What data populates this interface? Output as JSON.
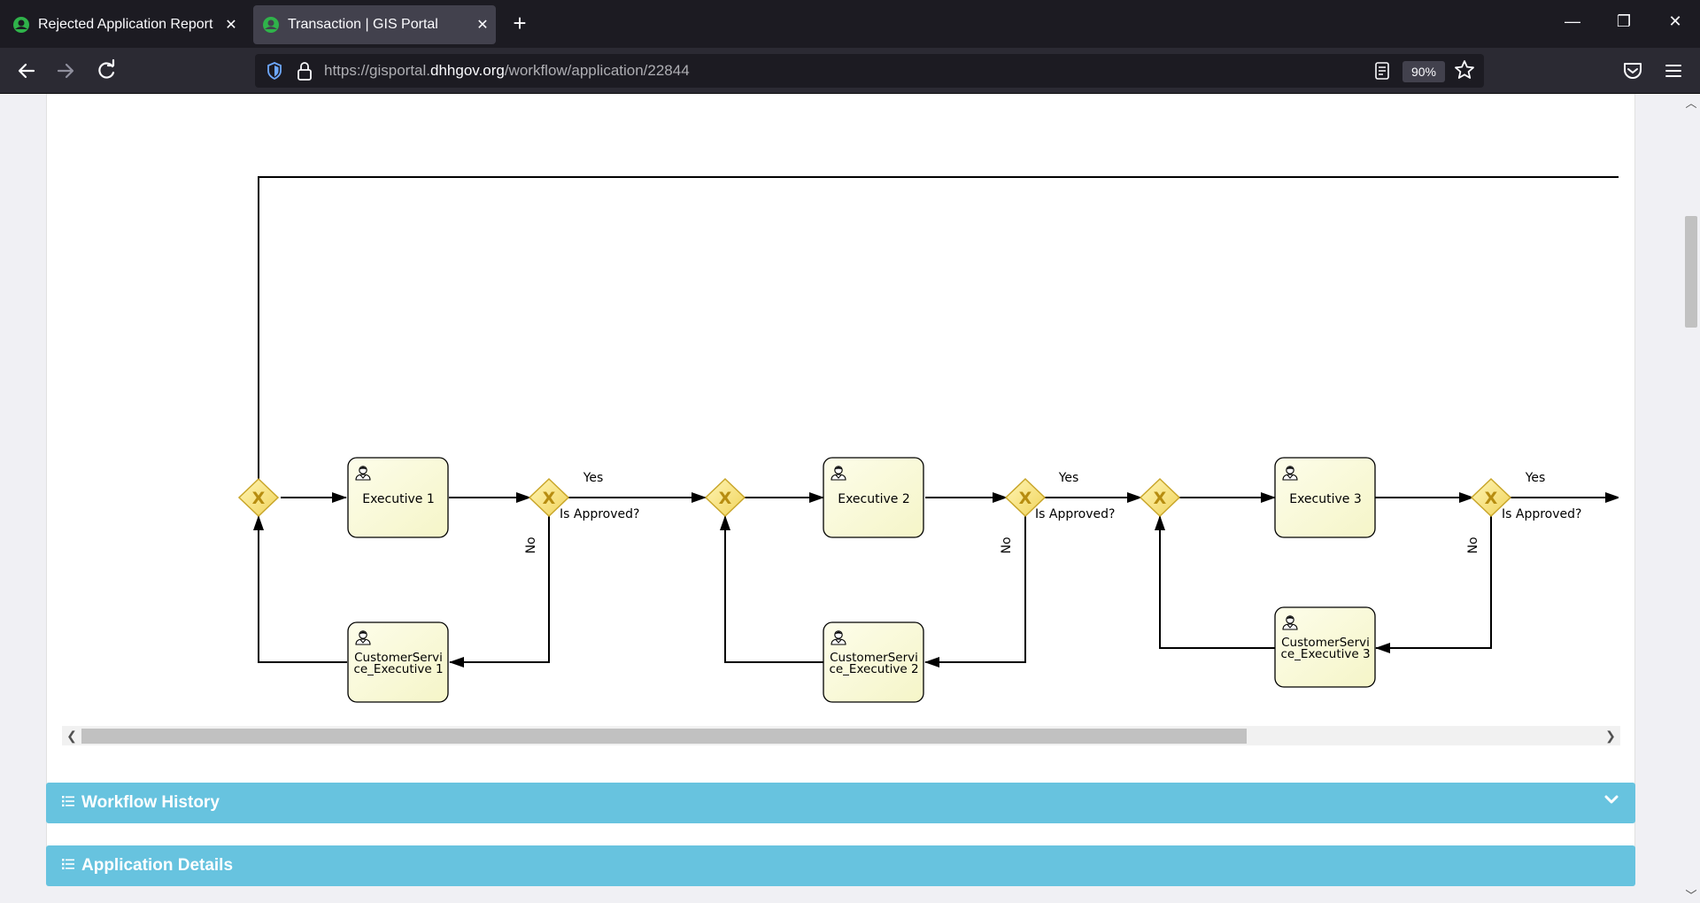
{
  "browser": {
    "tabs": [
      {
        "title": "Rejected Application Report",
        "close": "✕"
      },
      {
        "title": "Transaction | GIS Portal",
        "close": "✕"
      }
    ],
    "new_tab": "+",
    "window_controls": {
      "minimize": "—",
      "restore": "❐",
      "close": "✕"
    },
    "url_prefix": "https://gisportal.",
    "url_host": "dhhgov.org",
    "url_path": "/workflow/application/22844",
    "zoom": "90%",
    "icons": [
      "back-icon",
      "forward-icon",
      "reload-icon",
      "shield-icon",
      "lock-icon",
      "reader-view-icon",
      "star-icon",
      "pocket-icon",
      "menu-icon"
    ]
  },
  "diagram": {
    "tasks": {
      "exec1": "Executive 1",
      "exec2": "Executive 2",
      "exec3": "Executive 3",
      "cse1_a": "CustomerServi",
      "cse1_b": "ce_Executive 1",
      "cse2_a": "CustomerServi",
      "cse2_b": "ce_Executive 2",
      "cse3_a": "CustomerServi",
      "cse3_b": "ce_Executive 3"
    },
    "labels": {
      "yes": "Yes",
      "no": "No",
      "approved": "Is Approved?"
    },
    "gateway_symbol": "X"
  },
  "panels": {
    "workflow_history": "Workflow History",
    "application_details": "Application Details"
  },
  "colors": {
    "panel_bar": "#67c3df",
    "task_fill": "#fbfbd8",
    "gateway_fill": "#f7e27a",
    "gateway_stroke": "#c9a62a"
  }
}
